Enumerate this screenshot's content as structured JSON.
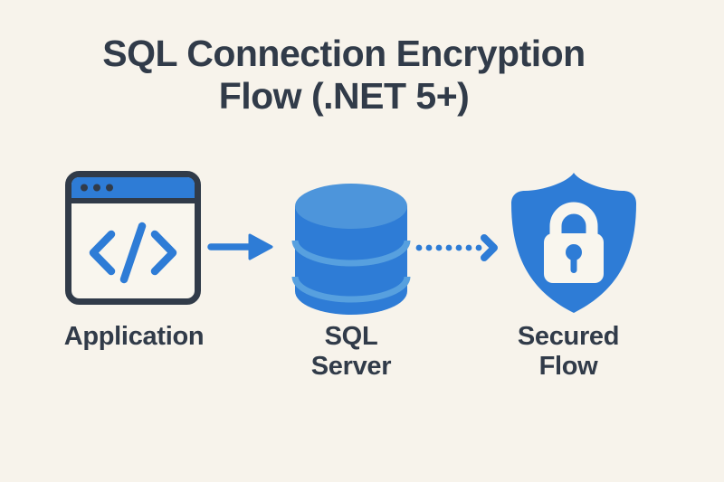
{
  "title": {
    "line1": "SQL Connection Encryption",
    "line2": "Flow (.NET 5+)"
  },
  "nodes": [
    {
      "id": "application",
      "label": "Application",
      "icon": "application-window-icon"
    },
    {
      "id": "sql-server",
      "label": "SQL\nServer",
      "icon": "database-icon"
    },
    {
      "id": "secured-flow",
      "label": "Secured\nFlow",
      "icon": "shield-lock-icon"
    }
  ],
  "connectors": [
    {
      "from": "application",
      "to": "sql-server",
      "style": "solid-arrow",
      "icon": "solid-arrow-icon"
    },
    {
      "from": "sql-server",
      "to": "secured-flow",
      "style": "dotted-arrow",
      "icon": "dotted-arrow-icon"
    }
  ],
  "colors": {
    "background": "#F7F3EB",
    "primary_blue": "#2E7CD6",
    "db_top_blue": "#4D95DB",
    "db_band_blue": "#57A0DF",
    "dark_navy": "#313B49",
    "panel_cream": "#F9F6EE"
  }
}
